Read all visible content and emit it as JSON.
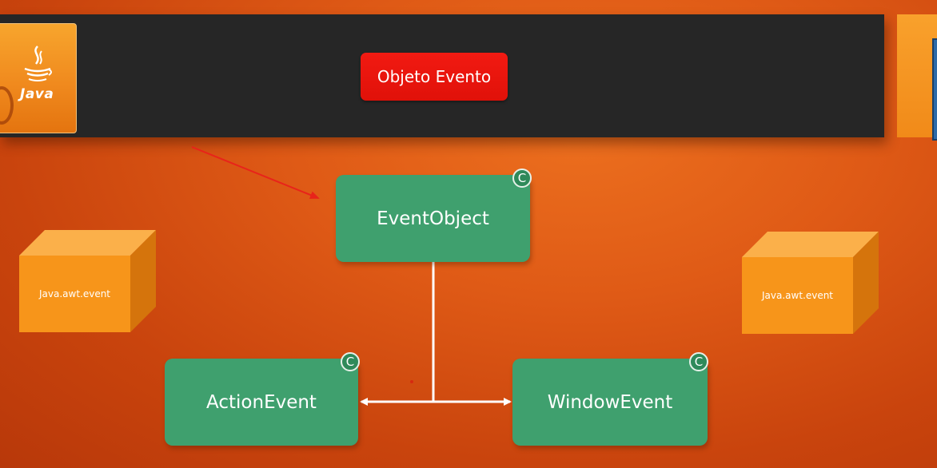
{
  "header": {
    "logo": {
      "icon": "java-coffee-cup-icon",
      "text": "Java"
    },
    "title_button": "Objeto Evento"
  },
  "diagram": {
    "root": {
      "label": "EventObject",
      "badge": "C"
    },
    "children": [
      {
        "label": "ActionEvent",
        "badge": "C"
      },
      {
        "label": "WindowEvent",
        "badge": "C"
      }
    ],
    "packages": [
      {
        "label": "Java.awt.event"
      },
      {
        "label": "Java.awt.event"
      }
    ]
  },
  "colors": {
    "background": "#df5a16",
    "header_bar": "#262626",
    "title_button": "#f21a12",
    "node": "#3fa06e",
    "cube_front": "#f7951a",
    "annotation_arrow": "#e8231a"
  }
}
